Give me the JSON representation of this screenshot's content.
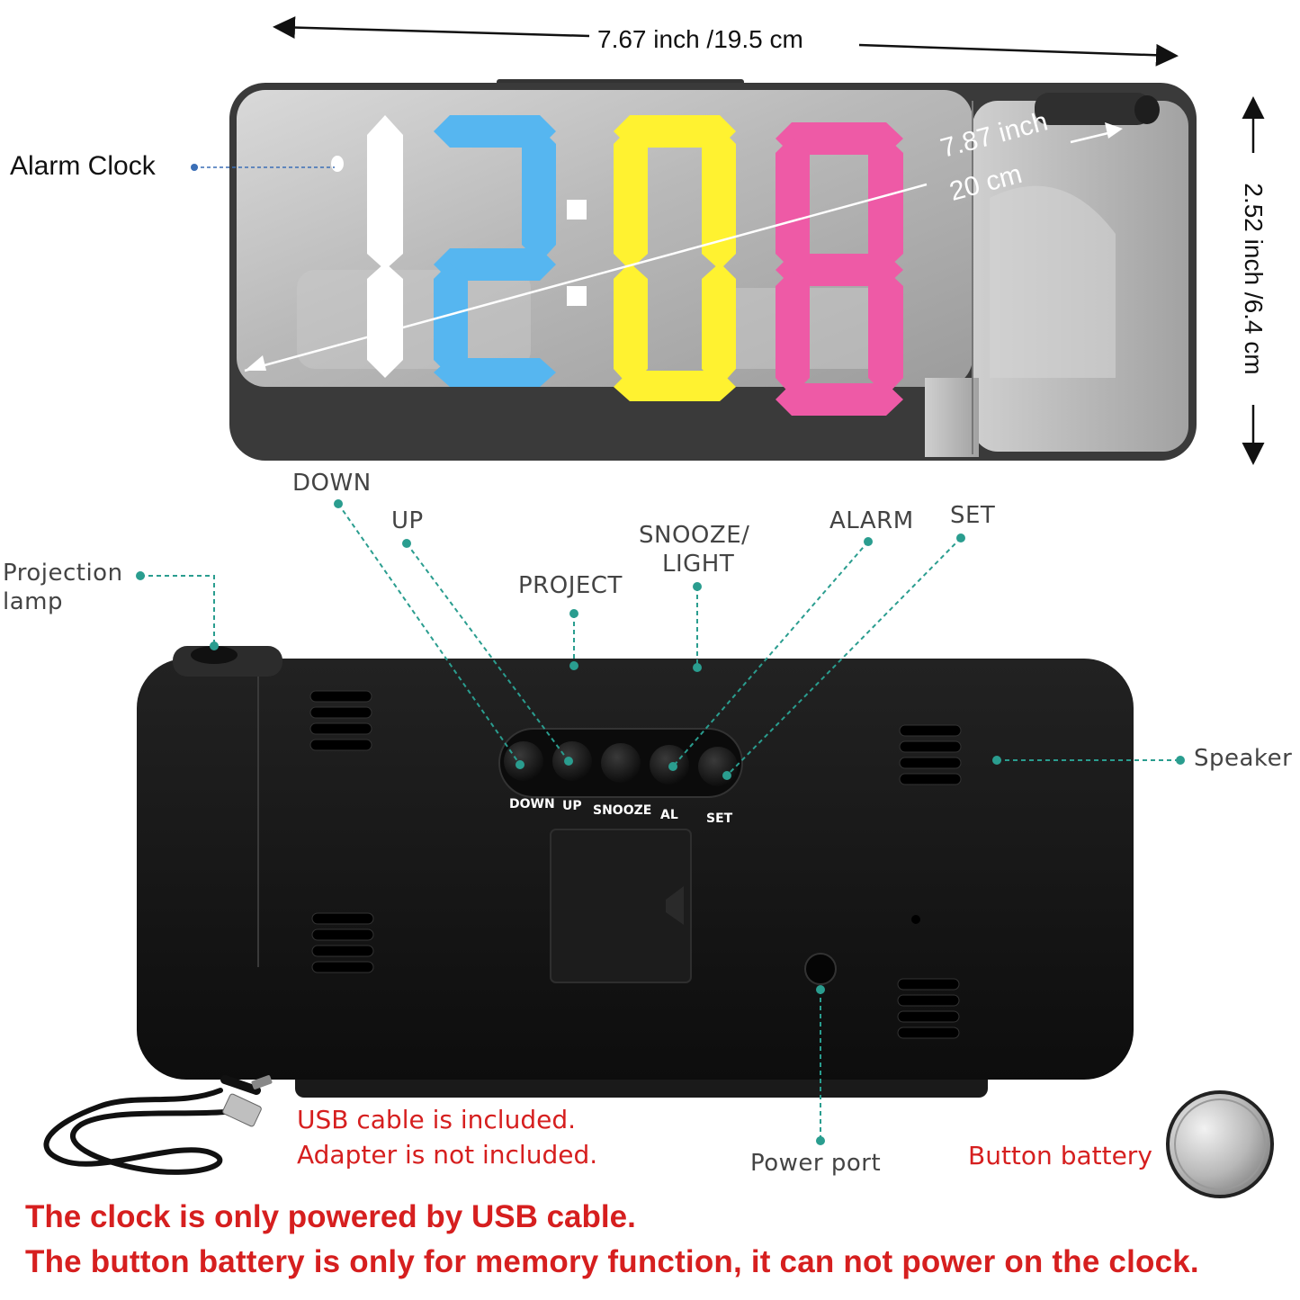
{
  "dimensions": {
    "width_label": "7.67 inch /19.5 cm",
    "height_label": "2.52 inch /6.4 cm",
    "diagonal_inch": "7.87 inch",
    "diagonal_cm": "20 cm"
  },
  "front": {
    "alarm_clock_label": "Alarm Clock",
    "digit_colors": {
      "hour_1": "#ffffff",
      "hour_2": "#56b6f0",
      "minute_1": "#fff230",
      "minute_2": "#ee5aa6"
    }
  },
  "callouts": {
    "projection_lamp_line1": "Projection",
    "projection_lamp_line2": "lamp",
    "down": "DOWN",
    "up": "UP",
    "project": "PROJECT",
    "snooze_line1": "SNOOZE/",
    "snooze_line2": "LIGHT",
    "alarm": "ALARM",
    "set": "SET",
    "speaker": "Speaker",
    "power_port": "Power port",
    "button_battery": "Button battery"
  },
  "back_panel": {
    "buttons": [
      "DOWN",
      "UP",
      "SNOOZE",
      "AL",
      "SET"
    ]
  },
  "notes": {
    "usb_line1": "USB cable is included.",
    "usb_line2": "Adapter is not included.",
    "power_line1": "The clock is only powered by USB cable.",
    "power_line2": "The button battery is only for memory function, it can not power on the clock."
  },
  "colors": {
    "accent_callout": "#2a9d8f",
    "warning_red": "#d61f1f",
    "body_black": "#141414"
  }
}
